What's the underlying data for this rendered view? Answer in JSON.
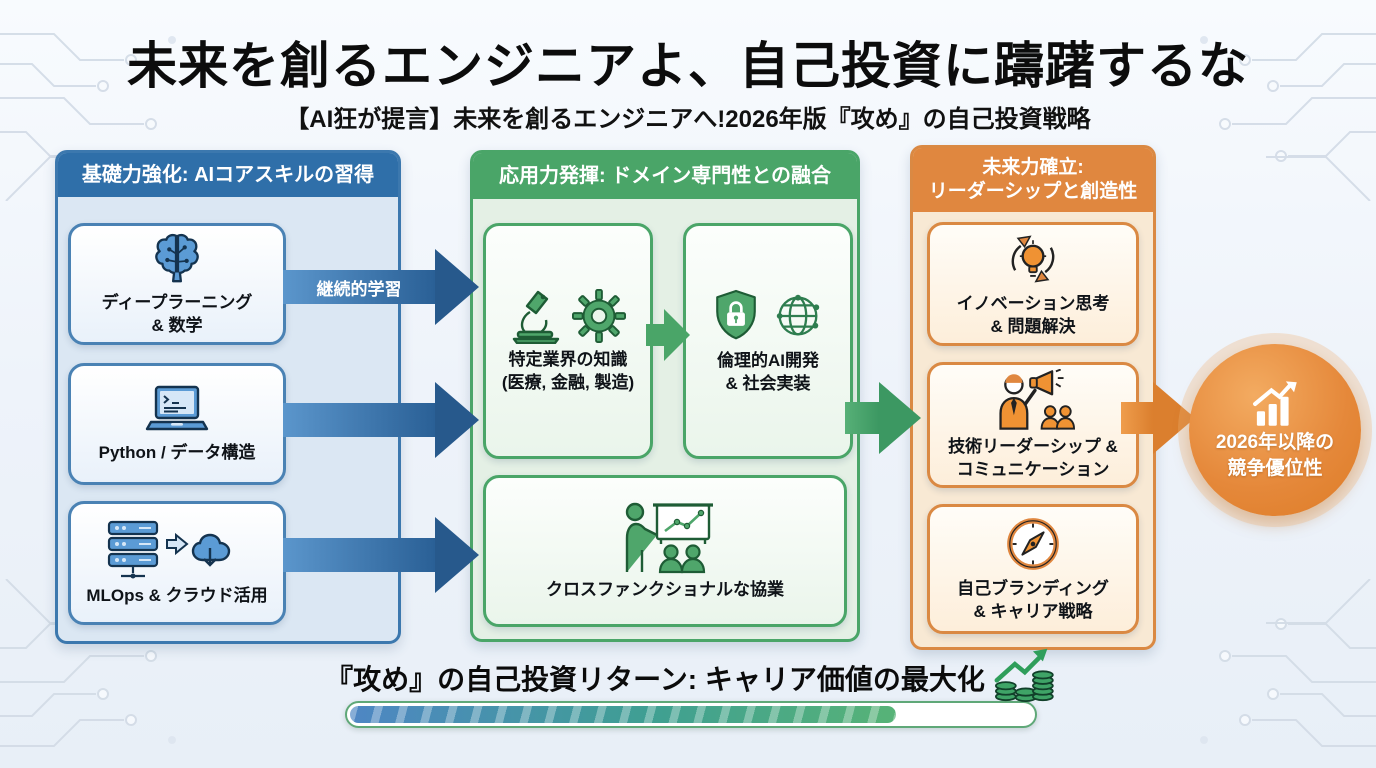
{
  "header": {
    "title": "未来を創るエンジニアよ、自己投資に躊躇するな",
    "subtitle": "【AI狂が提言】未来を創るエンジニアへ!2026年版『攻め』の自己投資戦略"
  },
  "foundation": {
    "header": "基礎力強化: AIコアスキルの習得",
    "accent": "#2f6fa9",
    "cards": [
      {
        "icon": "brain-circuit-icon",
        "line1": "ディープラーニング",
        "line2": "& 数学"
      },
      {
        "icon": "laptop-code-icon",
        "line1": "Python / データ構造",
        "line2": ""
      },
      {
        "icon": "server-to-cloud-icon",
        "line1": "MLOps & クラウド活用",
        "line2": ""
      }
    ]
  },
  "application": {
    "header": "応用力発揮: ドメイン専門性との融合",
    "accent": "#4aa568",
    "cards": [
      {
        "icon": "microscope-gear-icons",
        "line1": "特定業界の知識",
        "line2": "(医療, 金融, 製造)"
      },
      {
        "icon": "shield-lock-globe-icons",
        "line1": "倫理的AI開発",
        "line2": "& 社会実装"
      },
      {
        "icon": "presentation-collab-icon",
        "line1": "クロスファンクショナルな協業",
        "line2": ""
      }
    ]
  },
  "future": {
    "header_line1": "未来力確立:",
    "header_line2": "リーダーシップと創造性",
    "accent": "#e0873f",
    "cards": [
      {
        "icon": "lightbulb-cycle-icon",
        "line1": "イノベーション思考",
        "line2": "& 問題解決"
      },
      {
        "icon": "megaphone-leader-icon",
        "line1": "技術リーダーシップ &",
        "line2": "コミュニケーション"
      },
      {
        "icon": "compass-icon",
        "line1": "自己ブランディング",
        "line2": "& キャリア戦略"
      }
    ]
  },
  "arrows": {
    "continuous_learning": "継続的学習"
  },
  "outcome": {
    "icon": "growth-chart-icon",
    "line1": "2026年以降の",
    "line2": "競争優位性",
    "fill": "#e2842f"
  },
  "footer": {
    "label": "『攻め』の自己投資リターン: キャリア価値の最大化",
    "icon": "coins-growth-icon",
    "progress_percent": 80,
    "progress_start": "#4e86c4",
    "progress_end": "#57b377"
  }
}
